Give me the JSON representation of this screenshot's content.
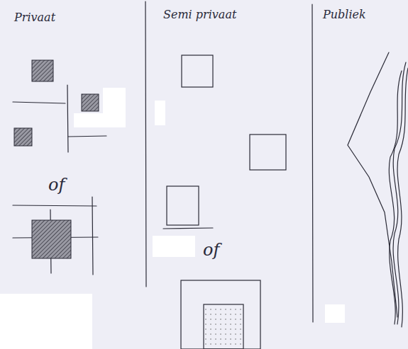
{
  "diagram": {
    "labels": [
      "Privaat",
      "Semi privaat",
      "Publiek",
      "of",
      "of"
    ]
  }
}
